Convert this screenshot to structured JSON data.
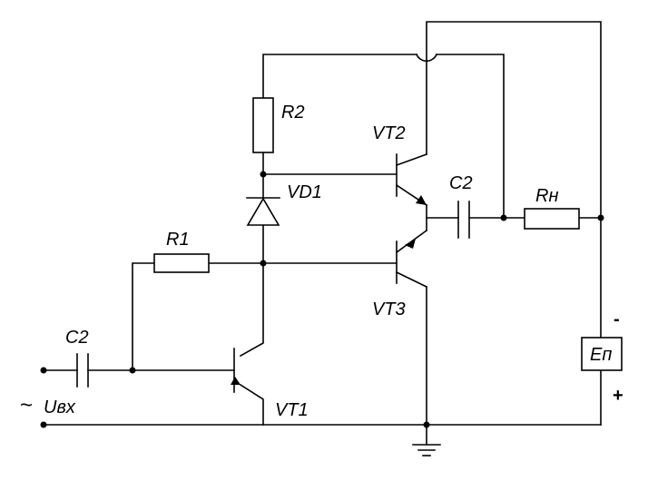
{
  "labels": {
    "r2": "R2",
    "r1": "R1",
    "rn": "Rн",
    "vd1": "VD1",
    "vt1": "VT1",
    "vt2": "VT2",
    "vt3": "VT3",
    "c2_out": "C2",
    "c2_in": "C2",
    "uin": "Uвх",
    "supply": "Eп",
    "minus": "-",
    "plus": "+",
    "tilde": "~"
  }
}
